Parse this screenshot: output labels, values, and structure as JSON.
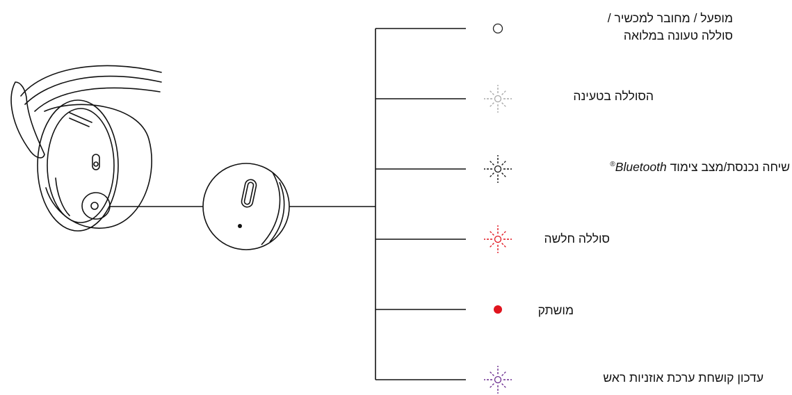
{
  "led_states": [
    {
      "id": "on",
      "icon": "led-steady-white-icon",
      "color": "#222222",
      "lines": [
        "מופעל / מחובר למכשיר /",
        "סוללה טעונה במלואה"
      ]
    },
    {
      "id": "charging",
      "icon": "led-flashing-white-icon",
      "color": "#a8a8a8",
      "text": "הסוללה בטעינה"
    },
    {
      "id": "pairing",
      "icon": "led-flashing-white-icon",
      "color": "#111111",
      "pre": "שיחה נכנסת/מצב צימוד ",
      "brand": "Bluetooth",
      "reg": "®"
    },
    {
      "id": "low-battery",
      "icon": "led-flashing-red-icon",
      "color": "#e0141e",
      "text": "סוללה חלשה"
    },
    {
      "id": "muted",
      "icon": "led-steady-red-icon",
      "color": "#e0141e",
      "text": "מושתק"
    },
    {
      "id": "firmware",
      "icon": "led-flashing-purple-icon",
      "color": "#6b2d8f",
      "text": "עדכון קושחת ערכת אוזניות ראש"
    }
  ]
}
